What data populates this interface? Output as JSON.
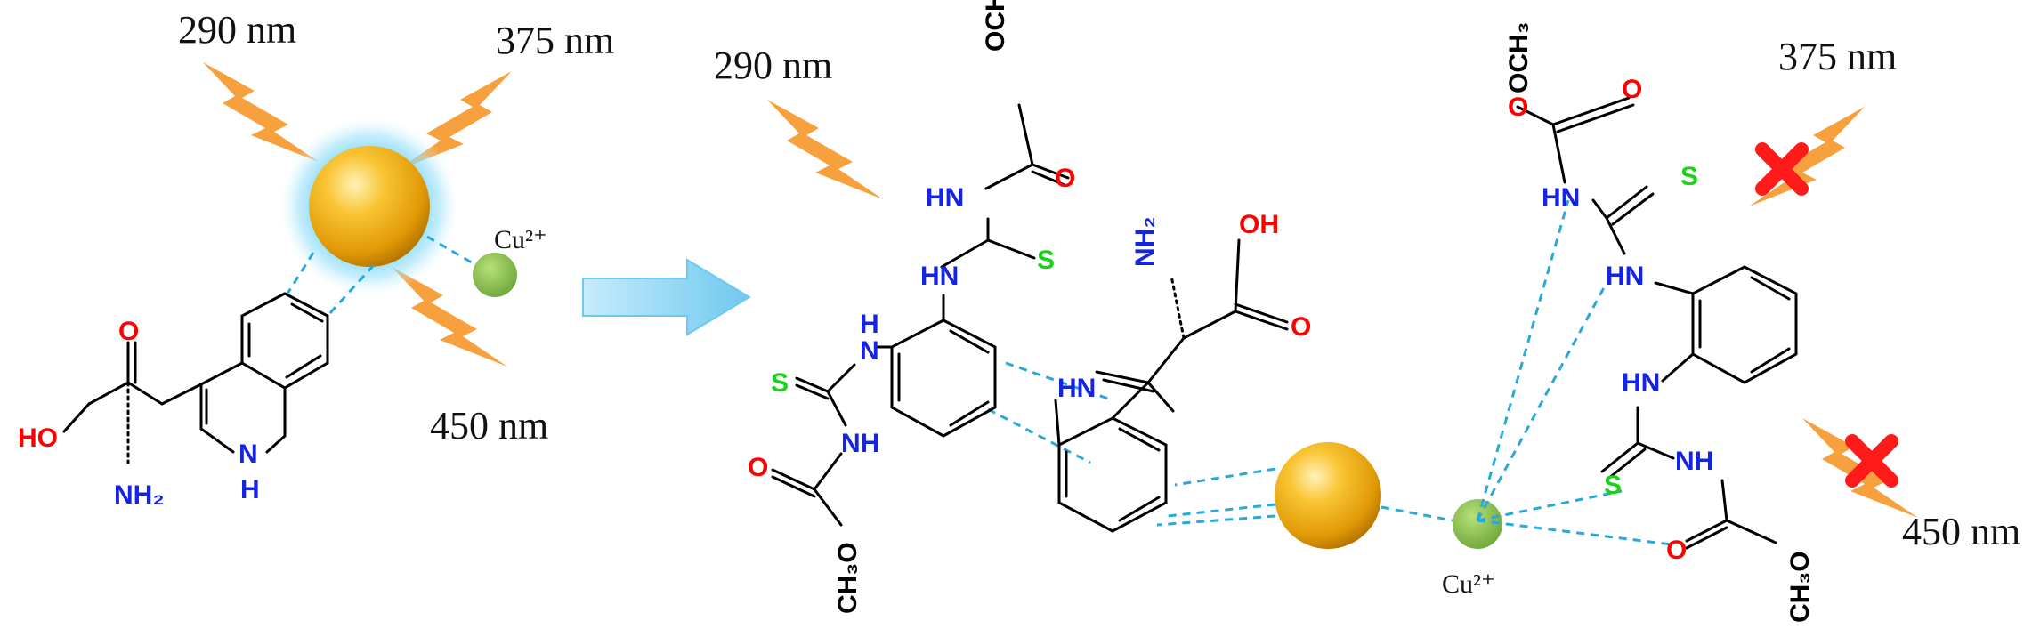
{
  "left": {
    "wavelengths": [
      "290 nm",
      "375 nm",
      "450 nm"
    ],
    "ion": "Cu²⁺",
    "atoms": {
      "O": "O",
      "HO": "HO",
      "NH2": "NH₂",
      "N": "N",
      "H": "H"
    }
  },
  "right": {
    "wavelengths": [
      "290 nm",
      "375 nm",
      "450 nm"
    ],
    "ion": "Cu²⁺",
    "atoms": {
      "OCH3": "OCH₃",
      "CH3O": "CH₃O",
      "O": "O",
      "OH": "OH",
      "NH2": "NH₂",
      "HN": "HN",
      "NH": "NH",
      "H": "H",
      "N": "N",
      "S": "S"
    }
  },
  "colors": {
    "bolt": "#f7a13e",
    "nanoparticle": "#f5b51c",
    "glow": "#6fd2f5",
    "copper_ion": "#8bc24a",
    "dashed_link": "#2aa8d8",
    "arrow_fill": "#9fdcf7",
    "cross": "#ff1a1a",
    "heteroatom_O": "#ff0000",
    "heteroatom_N": "#1424e0",
    "heteroatom_S": "#19d219"
  },
  "icons": [
    "lightning-bolt-icon",
    "nanoparticle-icon",
    "copper-ion-icon",
    "arrow-right-icon",
    "cross-icon"
  ]
}
